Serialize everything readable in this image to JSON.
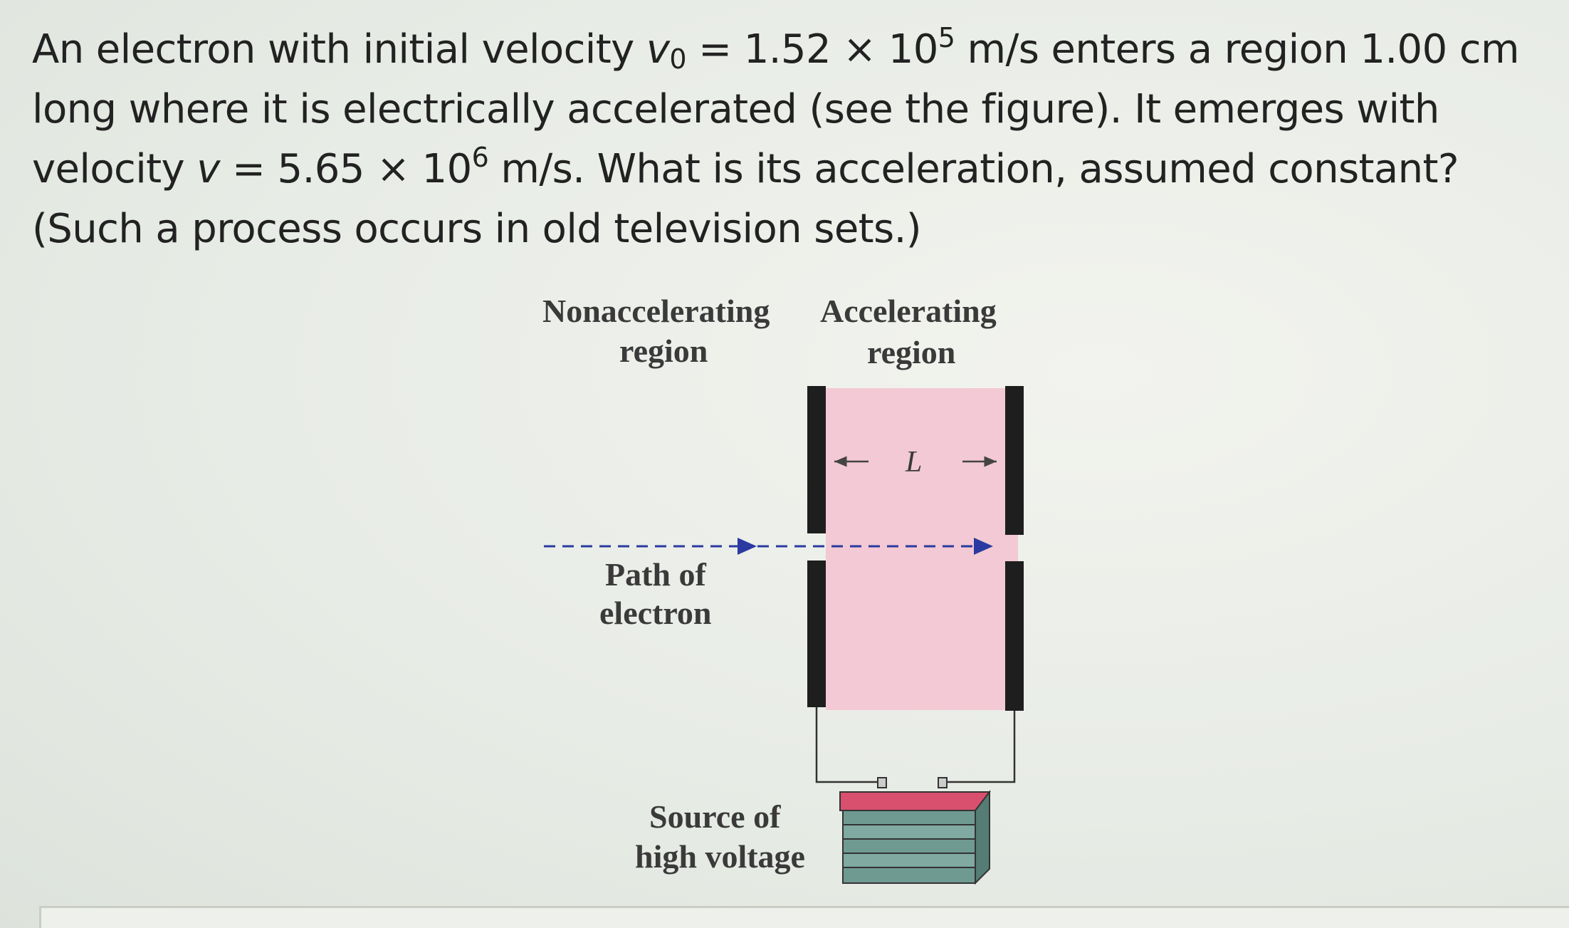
{
  "question": {
    "part1": "An electron with initial velocity ",
    "v0_symbol": "v",
    "v0_subscript": "0",
    "part2": " = 1.52 × 10",
    "exp1": "5",
    "part3": " m/s enters a region 1.00 cm long where it is electrically accelerated (see the figure). It emerges with velocity ",
    "v_symbol": "v",
    "part4": " = 5.65 × 10",
    "exp2": "6",
    "part5": " m/s. What is its acceleration, assumed constant? (Such a process occurs in old television sets.)"
  },
  "figure": {
    "label_nonaccel_line1": "Nonaccelerating",
    "label_nonaccel_line2": "region",
    "label_accel_line1": "Accelerating",
    "label_accel_line2": "region",
    "label_length": "L",
    "label_path_line1": "Path of",
    "label_path_line2": "electron",
    "label_source_line1": "Source of",
    "label_source_line2": "high voltage",
    "colors": {
      "region_fill": "#f2c9d4",
      "plate": "#1e1e1e",
      "arrow": "#2a3aa0",
      "battery_top": "#d8506e",
      "battery_body": "#6f9a92"
    }
  }
}
